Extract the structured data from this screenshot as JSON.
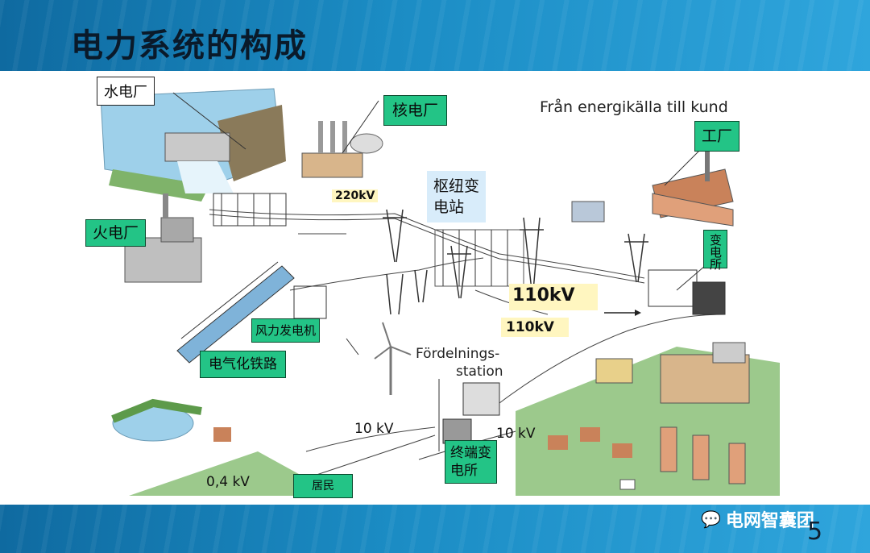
{
  "header": {
    "title": "电力系统的构成"
  },
  "labels": {
    "hydro": "水电厂",
    "nuclear": "核电厂",
    "thermal": "火电厂",
    "factory": "工厂",
    "substation": "变电所",
    "hub_line1": "枢纽变",
    "hub_line2": "电站",
    "wind": "风力发电机",
    "railway": "电气化铁路",
    "terminal_line1": "终端变",
    "terminal_line2": "电所",
    "residents": "居民"
  },
  "voltages": {
    "v220": "220kV",
    "v110a": "110kV",
    "v110b": "110kV",
    "v10a": "10 kV",
    "v10b": "10 kV",
    "v04": "0,4 kV"
  },
  "captions": {
    "swedish_title": "Från energikälla till kund",
    "fordel_line1": "Fördelnings-",
    "fordel_line2": "station"
  },
  "footer": {
    "page": "5",
    "brand": "电网智囊团"
  },
  "colors": {
    "header_bg": "#1b8cc4",
    "label_green": "#23c486"
  }
}
